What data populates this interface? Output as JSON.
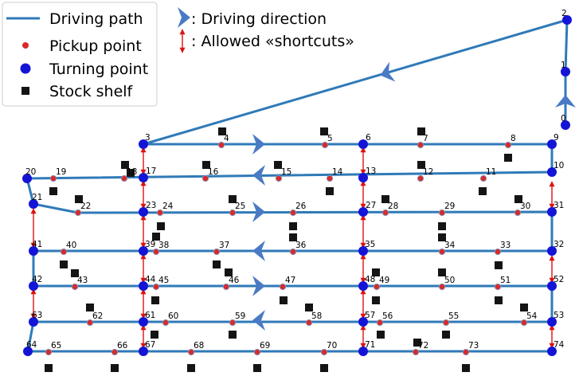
{
  "colors": {
    "path": "#2f7ab8",
    "turning": "#1414d6",
    "pickup": "#d92a2a",
    "pickup_edge": "#8a8fb0",
    "shelf": "#141414",
    "arrow": "#4a7ac4",
    "shortcut": "#dd1111"
  },
  "legend": [
    {
      "symbol": "line",
      "label": "Driving path"
    },
    {
      "symbol": "pickup",
      "label": "Pickup point"
    },
    {
      "symbol": "turning",
      "label": "Turning point"
    },
    {
      "symbol": "shelf",
      "label": "Stock shelf"
    }
  ],
  "legend_extra": [
    {
      "symbol": "chevron",
      "label": ":  Driving direction"
    },
    {
      "symbol": "double-arrow",
      "label": ":  Allowed «shortcuts»"
    }
  ],
  "node_labels": [
    "0",
    "1",
    "2",
    "3",
    "4",
    "5",
    "6",
    "7",
    "8",
    "9",
    "10",
    "11",
    "12",
    "13",
    "14",
    "15",
    "16",
    "17",
    "18",
    "19",
    "20",
    "21",
    "22",
    "23",
    "24",
    "25",
    "26",
    "27",
    "28",
    "29",
    "30",
    "31",
    "32",
    "33",
    "34",
    "35",
    "36",
    "37",
    "38",
    "39",
    "40",
    "41",
    "42",
    "43",
    "44",
    "45",
    "46",
    "47",
    "48",
    "49",
    "50",
    "51",
    "52",
    "53",
    "54",
    "55",
    "56",
    "57",
    "58",
    "59",
    "60",
    "61",
    "62",
    "63",
    "64",
    "65",
    "66",
    "67",
    "68",
    "69",
    "70",
    "71",
    "72",
    "73",
    "74"
  ]
}
